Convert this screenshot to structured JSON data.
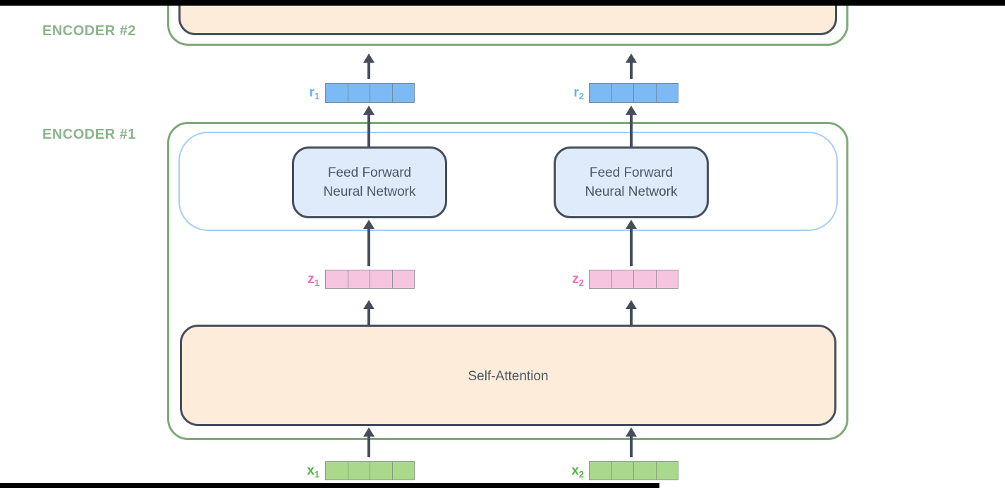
{
  "diagram": {
    "encoder2_label": "ENCODER #2",
    "encoder1_label": "ENCODER #1",
    "ffnn_line1": "Feed Forward",
    "ffnn_line2": "Neural Network",
    "self_attention_label": "Self-Attention"
  },
  "vectors": {
    "r1": {
      "letter": "r",
      "sub": "1"
    },
    "r2": {
      "letter": "r",
      "sub": "2"
    },
    "z1": {
      "letter": "z",
      "sub": "1"
    },
    "z2": {
      "letter": "z",
      "sub": "2"
    },
    "x1": {
      "letter": "x",
      "sub": "1"
    },
    "x2": {
      "letter": "x",
      "sub": "2"
    }
  },
  "colors": {
    "letterbox": "#000000",
    "encoder_label_green": "#8cb48c",
    "encoder_border_green": "#7ea878",
    "inner_box_blue_border": "#a6cdf6",
    "block_border_dark": "#464e5c",
    "block_text": "#4d5565",
    "ffnn_fill": "#dfeafa",
    "attention_fill": "#fcecd9",
    "arrow": "#454d5b",
    "r_fill": "#7db9f2",
    "r_border": "#6f8ba6",
    "r_label": "#66b1f1",
    "z_fill": "#f5c5e0",
    "z_border": "#94919f",
    "z_label": "#ee72b2",
    "x_fill": "#abd98c",
    "x_border": "#859a7f",
    "x_label": "#57b547"
  }
}
